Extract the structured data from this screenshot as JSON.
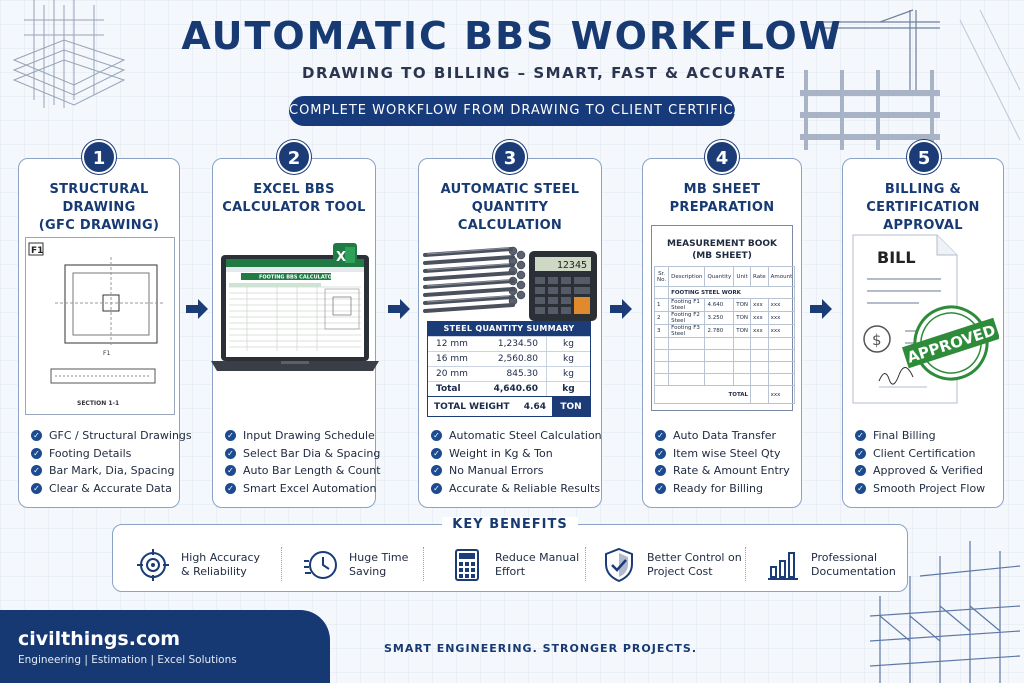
{
  "header": {
    "title": "AUTOMATIC BBS WORKFLOW",
    "subtitle": "DRAWING TO BILLING – SMART, FAST & ACCURATE",
    "banner": "COMPLETE WORKFLOW FROM DRAWING TO CLIENT CERTIFICATION"
  },
  "steps": [
    {
      "number": "1",
      "title_lines": [
        "STRUCTURAL",
        "DRAWING",
        "(GFC DRAWING)"
      ],
      "drawing": {
        "tag": "F1",
        "label": "F1",
        "section": "SECTION 1-1"
      },
      "bullets": [
        "GFC / Structural Drawings",
        "Footing Details",
        "Bar Mark, Dia, Spacing",
        "Clear & Accurate Data"
      ]
    },
    {
      "number": "2",
      "title_lines": [
        "EXCEL BBS",
        "CALCULATOR TOOL"
      ],
      "sheet_title": "FOOTING BBS CALCULATOR",
      "excel_letter": "X",
      "bullets": [
        "Input Drawing Schedule",
        "Select Bar Dia & Spacing",
        "Auto Bar Length & Count",
        "Smart Excel Automation"
      ]
    },
    {
      "number": "3",
      "title_lines": [
        "AUTOMATIC STEEL",
        "QUANTITY CALCULATION"
      ],
      "calculator_display": "12345",
      "summary": {
        "title": "STEEL QUANTITY SUMMARY",
        "rows": [
          {
            "dia": "12 mm",
            "qty": "1,234.50",
            "unit": "kg"
          },
          {
            "dia": "16 mm",
            "qty": "2,560.80",
            "unit": "kg"
          },
          {
            "dia": "20 mm",
            "qty": "845.30",
            "unit": "kg"
          }
        ],
        "total": {
          "label": "Total",
          "qty": "4,640.60",
          "unit": "kg"
        },
        "weight": {
          "label": "TOTAL WEIGHT",
          "value": "4.64",
          "unit": "TON"
        }
      },
      "bullets": [
        "Automatic Steel Calculation",
        "Weight in Kg & Ton",
        "No Manual Errors",
        "Accurate & Reliable Results"
      ]
    },
    {
      "number": "4",
      "title_lines": [
        "MB SHEET",
        "PREPARATION"
      ],
      "mb": {
        "title_lines": [
          "MEASUREMENT BOOK",
          "(MB SHEET)"
        ],
        "headers": [
          "Sr. No.",
          "Description",
          "Quantity",
          "Unit",
          "Rate",
          "Amount"
        ],
        "section": "FOOTING STEEL WORK",
        "rows": [
          [
            "1",
            "Footing F1 Steel",
            "4.640",
            "TON",
            "xxx",
            "xxx"
          ],
          [
            "2",
            "Footing F2 Steel",
            "3.250",
            "TON",
            "xxx",
            "xxx"
          ],
          [
            "3",
            "Footing F3 Steel",
            "2.780",
            "TON",
            "xxx",
            "xxx"
          ]
        ],
        "total_label": "TOTAL",
        "total_value": "xxx"
      },
      "bullets": [
        "Auto Data Transfer",
        "Item wise Steel Qty",
        "Rate & Amount Entry",
        "Ready for Billing"
      ]
    },
    {
      "number": "5",
      "title_lines": [
        "BILLING & CERTIFICATION",
        "APPROVAL"
      ],
      "bill_label": "BILL",
      "stamp": "APPROVED",
      "bullets": [
        "Final Billing",
        "Client Certification",
        "Approved & Verified",
        "Smooth Project Flow"
      ]
    }
  ],
  "benefits": {
    "title": "KEY BENEFITS",
    "items": [
      {
        "icon": "target-icon",
        "label": "High Accuracy\n& Reliability"
      },
      {
        "icon": "clock-icon",
        "label": "Huge Time\nSaving"
      },
      {
        "icon": "calculator-icon",
        "label": "Reduce Manual\nEffort"
      },
      {
        "icon": "shield-check-icon",
        "label": "Better Control on\nProject Cost"
      },
      {
        "icon": "bar-chart-icon",
        "label": "Professional\nDocumentation"
      }
    ]
  },
  "footer": {
    "brand": "civilthings.com",
    "tagline_sub": "Engineering | Estimation | Excel Solutions",
    "slogan": "SMART ENGINEERING. STRONGER PROJECTS."
  },
  "colors": {
    "navy": "#173a73",
    "accent": "#1c3c78",
    "excel_green": "#1f7a43",
    "stamp_green": "#2e8b3a"
  }
}
